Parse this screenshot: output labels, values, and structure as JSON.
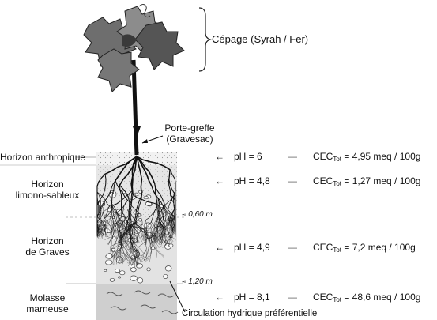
{
  "labels": {
    "cepage": "Cépage (Syrah / Fer)",
    "porte_greffe_1": "Porte-greffe",
    "porte_greffe_2": "(Gravesac)",
    "horizon_anthropique": "Horizon anthropique",
    "horizon_limono_1": "Horizon",
    "horizon_limono_2": "limono-sableux",
    "horizon_graves_1": "Horizon",
    "horizon_graves_2": "de Graves",
    "molasse_1": "Molasse",
    "molasse_2": "marneuse",
    "depth_060": "≈ 0,60 m",
    "depth_120": "≈ 1,20 m",
    "circulation": "Circulation hydrique préférentielle"
  },
  "measurements": [
    {
      "arrow": "←",
      "ph": "pH = 6",
      "dash": "—",
      "cec_prefix": "CEC",
      "cec_sub": "Tot",
      "cec_value": " = 4,95 meq / 100g"
    },
    {
      "arrow": "←",
      "ph": "pH = 4,8",
      "dash": "—",
      "cec_prefix": "CEC",
      "cec_sub": "Tot",
      "cec_value": " = 1,27 meq / 100g"
    },
    {
      "arrow": "←",
      "ph": "pH = 4,9",
      "dash": "—",
      "cec_prefix": "CEC",
      "cec_sub": "Tot",
      "cec_value": " = 7,2 meq / 100g"
    },
    {
      "arrow": "←",
      "ph": "pH = 8,1",
      "dash": "—",
      "cec_prefix": "CEC",
      "cec_sub": "Tot",
      "cec_value": " = 48,6 meq / 100g"
    }
  ],
  "colors": {
    "leaf_dark": "#3a3a3a",
    "leaf_light": "#8a8a8a",
    "soil_top": "#ededed",
    "soil_mid": "#dcdcdc",
    "marl": "#c8c8c8"
  }
}
